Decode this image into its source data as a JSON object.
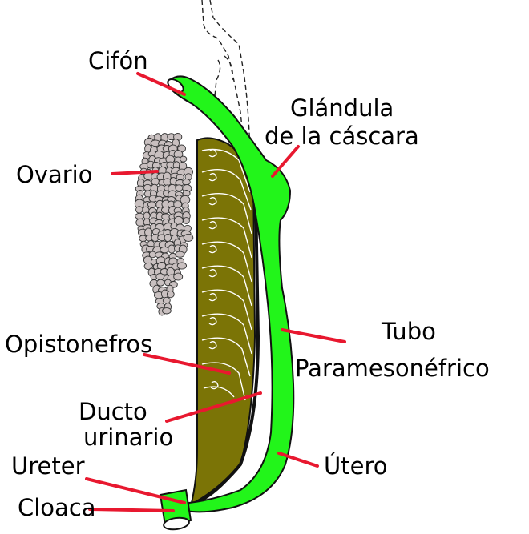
{
  "labels": {
    "cifon": "Cifón",
    "glandula_line1": "Glándula",
    "glandula_line2": "de la cáscara",
    "ovario": "Ovario",
    "opistonefros": "Opistonefros",
    "ducto_line1": "Ducto",
    "ducto_line2": "urinario",
    "ureter": "Ureter",
    "cloaca": "Cloaca",
    "tubo_line1": "Tubo",
    "tubo_line2": "Paramesonéfrico",
    "utero": "Útero"
  },
  "colors": {
    "paramesonephric_green": "#22f51a",
    "opisthonephros_olive": "#7b7406",
    "ovary_gray": "#c9c0c0",
    "leader_red": "#e8182f"
  }
}
